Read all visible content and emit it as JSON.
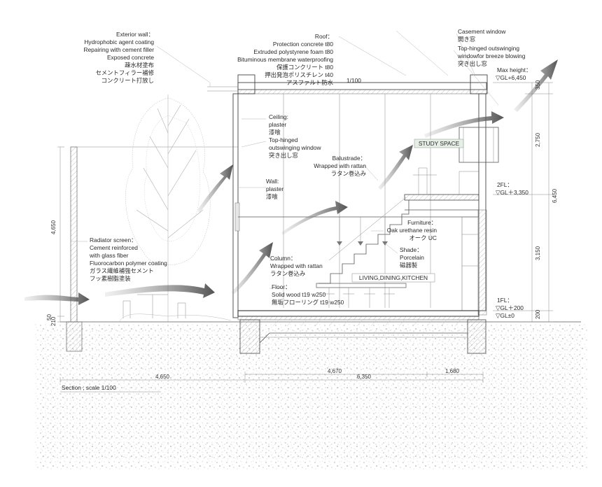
{
  "notes": {
    "exterior_wall": [
      "Exterior wall：",
      "Hydrophobic agent coating",
      "Repairing with cement filler",
      "Exposed concrete",
      "疎水材塗布",
      "セメントフィラー補修",
      "コンクリート打放し"
    ],
    "roof": [
      "Roof：",
      "Protection concrete t80",
      "Extruded polystyrene foam t80",
      "Bituminous membrane waterproofing",
      "保護コンクリート t80",
      "押出発泡ポリスチレン t40",
      "アスファルト防水"
    ],
    "scale_top": "1/100",
    "casement": [
      "Casement window",
      "開き窓"
    ],
    "top_hinged_right": [
      "Top-hinged outswinging",
      "windowfor breeze blowing",
      "突き出し窓"
    ],
    "max_height": [
      "Max height：",
      "▽GL+6,450"
    ],
    "ceiling": [
      "Ceiling:",
      "plaster",
      "漆喰"
    ],
    "top_hinged_left": [
      "Top-hinged",
      "outswinging window",
      "突き出し窓"
    ],
    "balustrade": [
      "Balustrade：",
      "Wrapped with rattan",
      "ラタン巻込み"
    ],
    "wall": [
      "Wall:",
      "plaster",
      "漆喰"
    ],
    "radiator": [
      "Radiator screen：",
      "Cement reinforced",
      "with glass fiber",
      "Fluorocarbon polymer coating",
      "ガラス繊維補強セメント",
      "フッ素樹脂塗装"
    ],
    "furniture": [
      "Furniture：",
      "Oak urethane resin",
      "オーク UC"
    ],
    "shade": [
      "Shade：",
      "Porcelain",
      "磁器製"
    ],
    "column": [
      "Column：",
      "Wrapped with rattan",
      "ラタン巻込み"
    ],
    "floor": [
      "Floor：",
      "Solid wood t19 w250",
      "無垢フローリング t19 w250"
    ],
    "fl2": [
      "2FL：",
      "▽GL＋3,350"
    ],
    "fl1": [
      "1FL：",
      "▽GL＋200",
      "▽GL±0"
    ]
  },
  "room_labels": {
    "study": "STUDY SPACE",
    "living": "LIVING,DINING,KITCHEN"
  },
  "dimensions": {
    "left_height": "4,650",
    "left_small_a": "50",
    "left_small_b": "210",
    "right_350": "350",
    "right_2750": "2,750",
    "right_6450": "6,450",
    "right_3150": "3,150",
    "right_200": "200",
    "bottom_4650": "4,650",
    "bottom_4670": "4,670",
    "bottom_1680": "1,680",
    "bottom_6350": "6,350"
  },
  "caption": "Section ; scale 1/100"
}
